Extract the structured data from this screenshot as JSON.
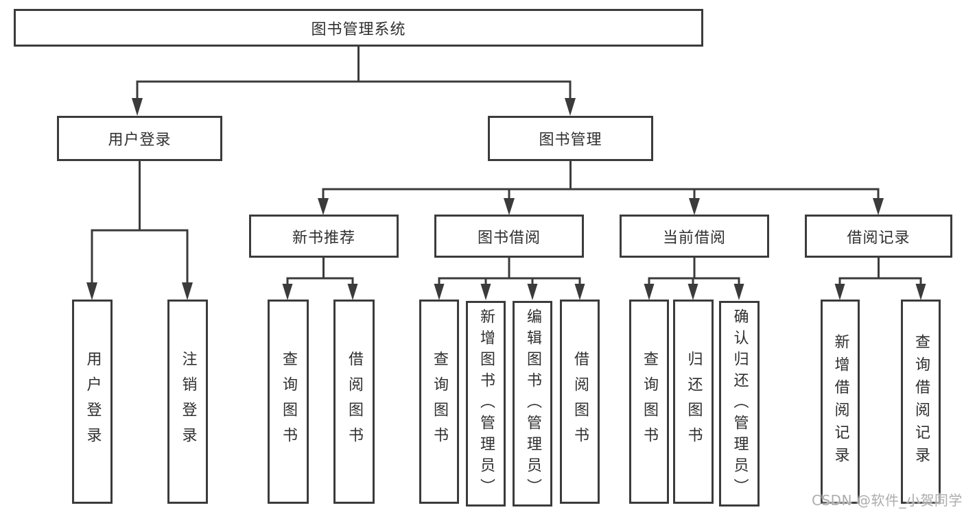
{
  "tree": {
    "label": "图书管理系统",
    "children": [
      {
        "label": "用户登录",
        "children": [
          {
            "label": "用户登录"
          },
          {
            "label": "注销登录"
          }
        ]
      },
      {
        "label": "图书管理",
        "children": [
          {
            "label": "新书推荐",
            "children": [
              {
                "label": "查询图书"
              },
              {
                "label": "借阅图书"
              }
            ]
          },
          {
            "label": "图书借阅",
            "children": [
              {
                "label": "查询图书"
              },
              {
                "label": "新增图书（管理员）"
              },
              {
                "label": "编辑图书（管理员）"
              },
              {
                "label": "借阅图书"
              }
            ]
          },
          {
            "label": "当前借阅",
            "children": [
              {
                "label": "查询图书"
              },
              {
                "label": "归还图书"
              },
              {
                "label": "确认归还（管理员）"
              }
            ]
          },
          {
            "label": "借阅记录",
            "children": [
              {
                "label": "新增借阅记录"
              },
              {
                "label": "查询借阅记录"
              }
            ]
          }
        ]
      }
    ]
  },
  "watermark": "CSDN @软件_小贺同学",
  "colors": {
    "line": "#3b3b3b",
    "text": "#2f2f2f",
    "background": "#ffffff",
    "watermark": "#a8a8a8"
  }
}
